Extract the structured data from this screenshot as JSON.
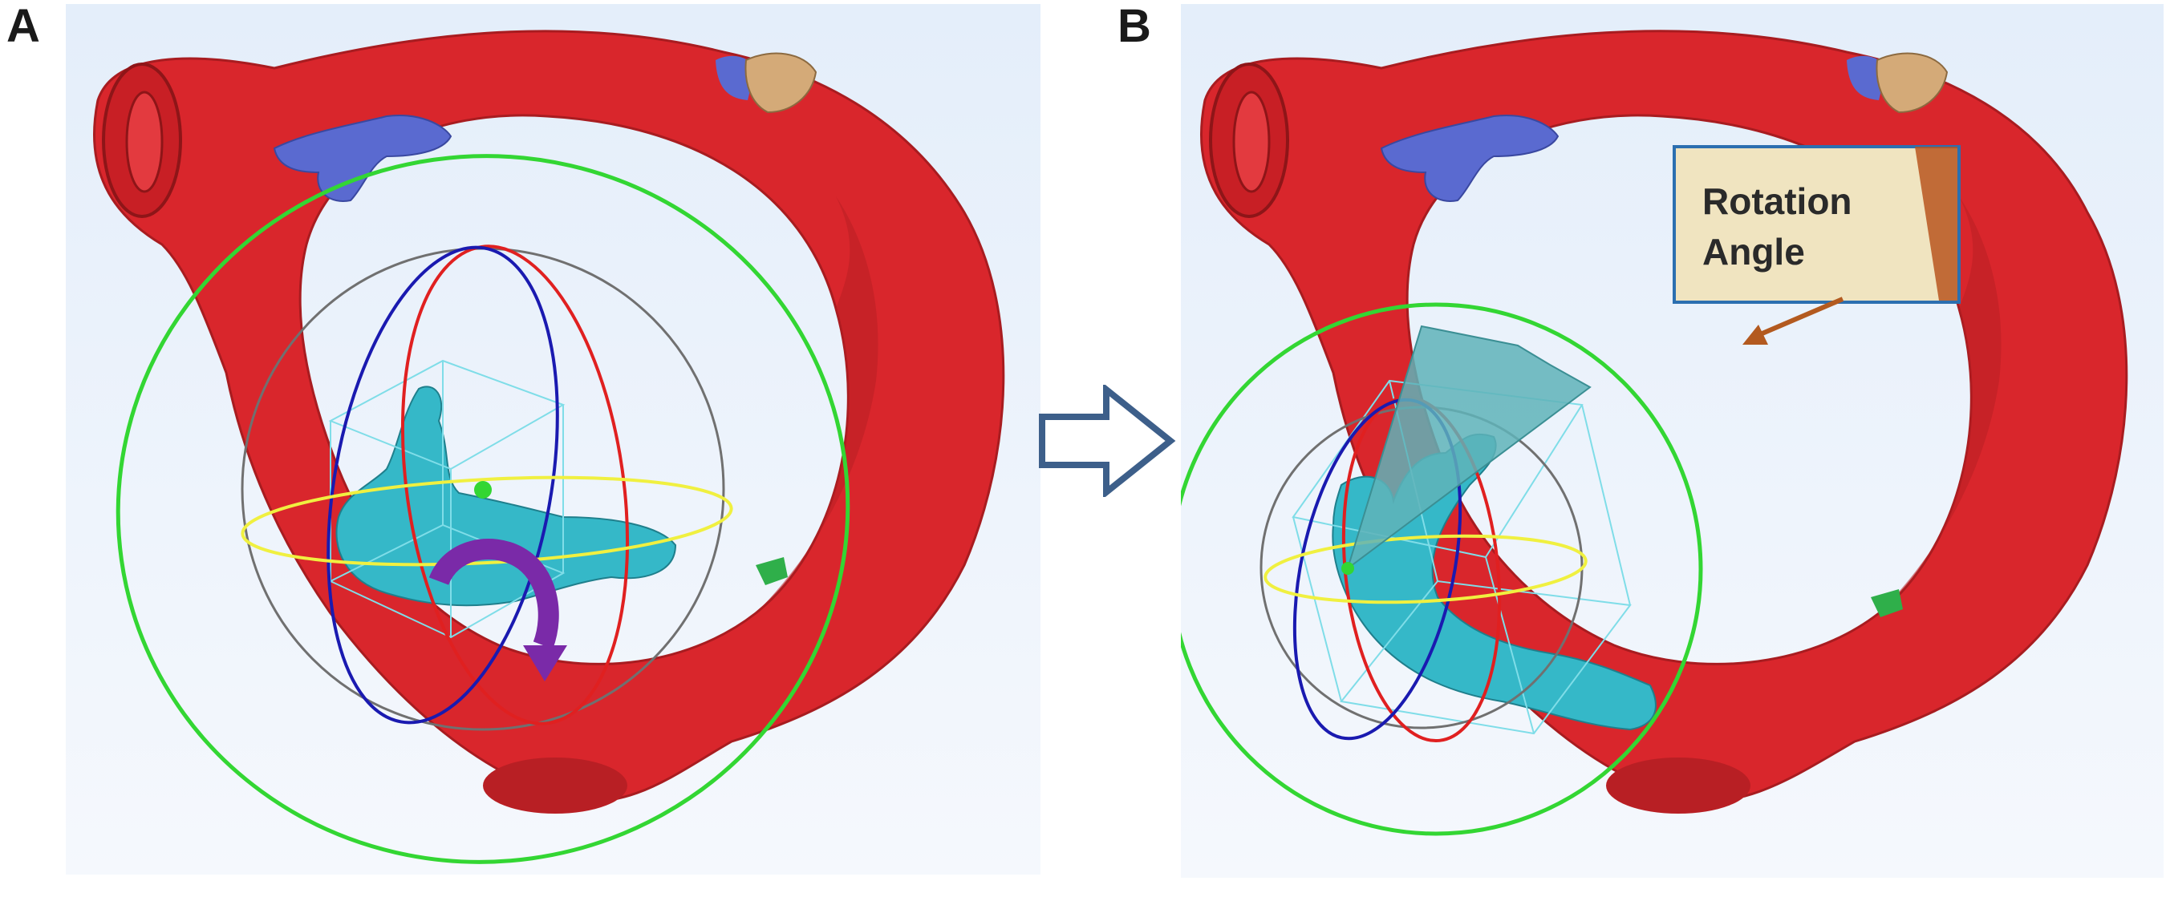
{
  "panels": [
    {
      "label": "A"
    },
    {
      "label": "B"
    }
  ],
  "callout": {
    "line1": "Rotation",
    "line2": "Angle"
  },
  "colors": {
    "heart_wall": "#d9262c",
    "heart_wall_dark": "#a81c20",
    "tissue_cyan": "#35b8c8",
    "vessel_blue": "#5a6ad0",
    "tan_structure": "#d4aa78",
    "ring_green": "#33d633",
    "ring_red": "#e02020",
    "ring_blue": "#1a1ab0",
    "ring_yellow": "#f0f040",
    "ring_gray": "#707070",
    "box_cyan": "#7fdde8",
    "arrow_purple": "#7a2aa8",
    "arrow_outline": "#3d5f8a",
    "callout_fill": "#f0e4c0",
    "callout_border": "#2c6fb0",
    "pointer_brown": "#b35a1f",
    "wedge_teal": "#5fb3b8",
    "background_top": "#e4eefa",
    "background_bottom": "#f5f8fd"
  }
}
